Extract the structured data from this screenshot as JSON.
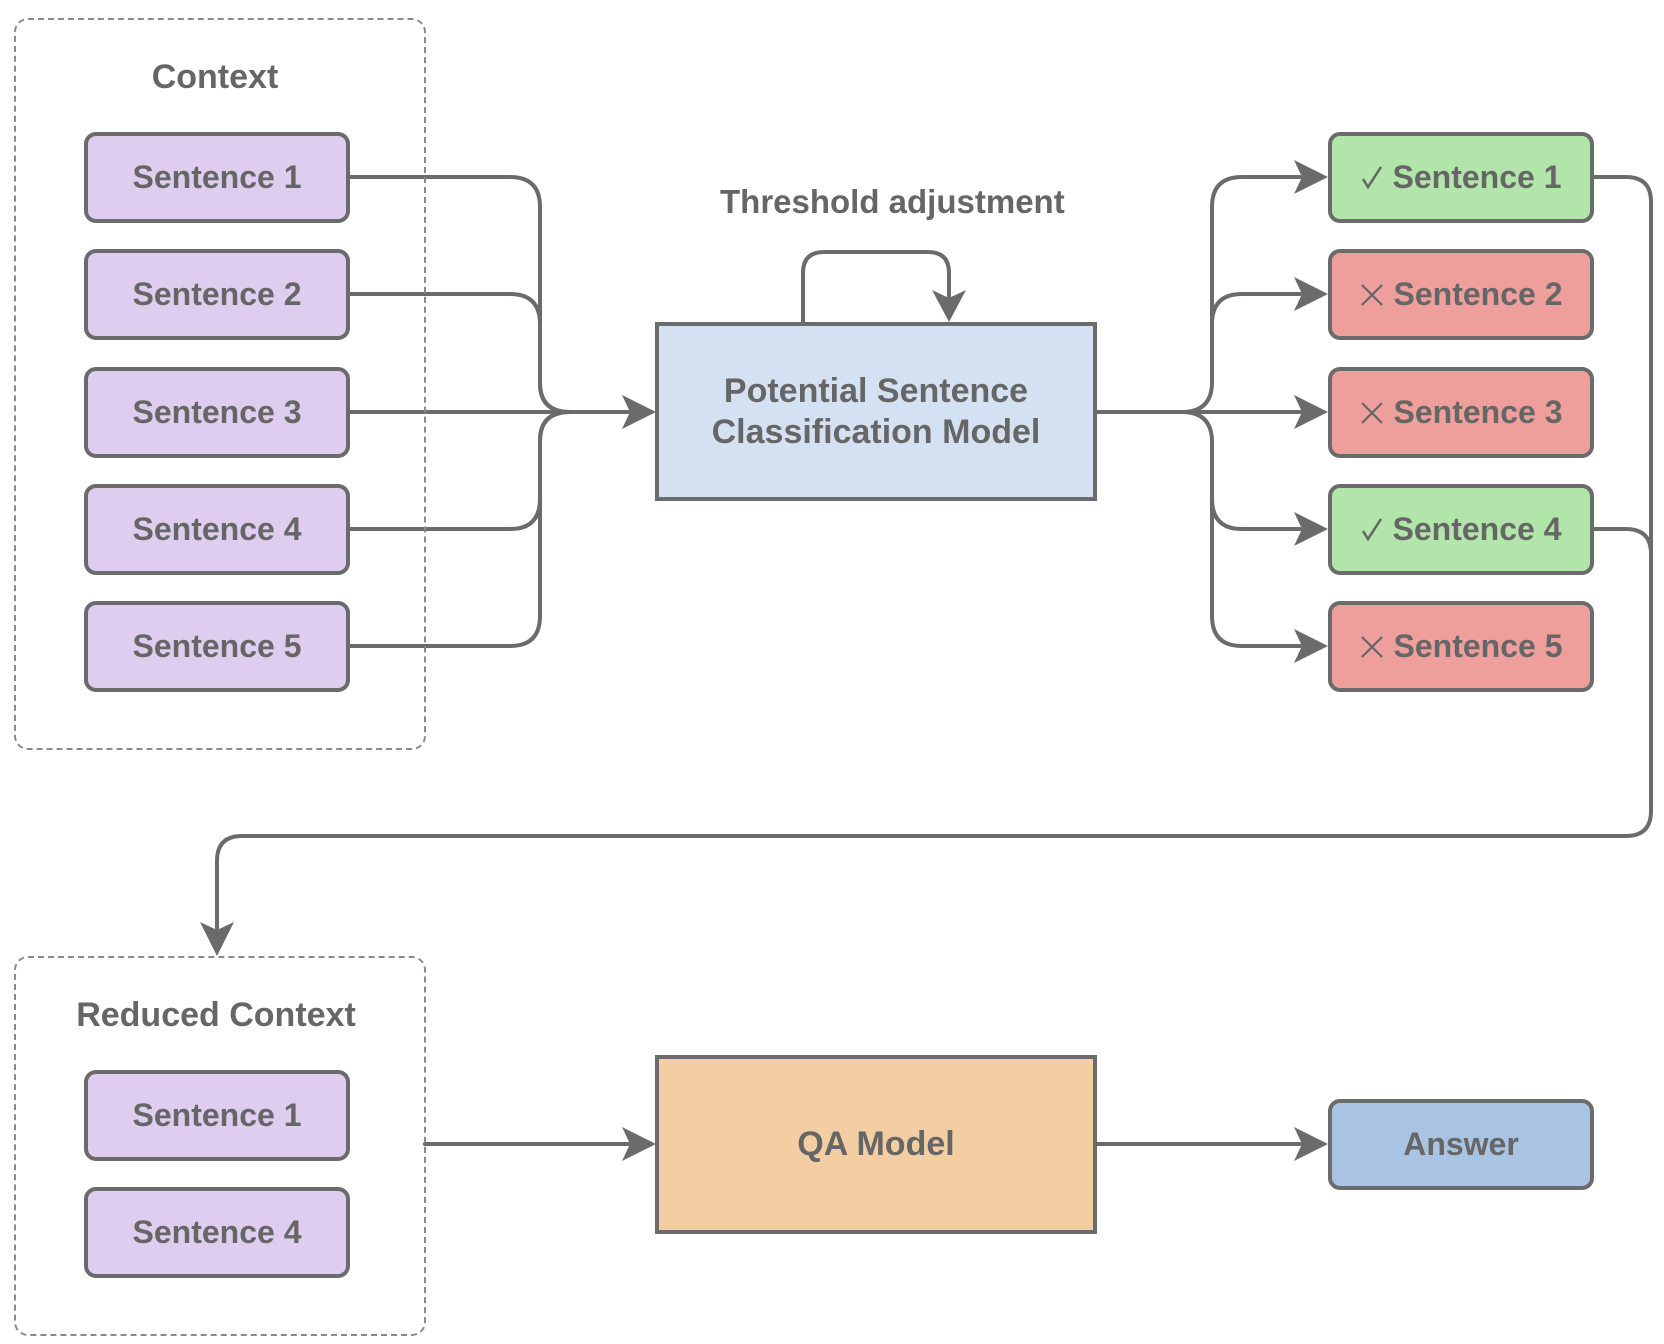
{
  "context": {
    "title": "Context",
    "sentences": [
      "Sentence 1",
      "Sentence 2",
      "Sentence 3",
      "Sentence 4",
      "Sentence 5"
    ]
  },
  "classifier": {
    "title_line1": "Potential Sentence",
    "title_line2": "Classification Model",
    "feedback_label": "Threshold adjustment"
  },
  "classified": [
    {
      "label": "Sentence 1",
      "mark": "check-icon",
      "status": "kept"
    },
    {
      "label": "Sentence 2",
      "mark": "cross-icon",
      "status": "dropped"
    },
    {
      "label": "Sentence 3",
      "mark": "cross-icon",
      "status": "dropped"
    },
    {
      "label": "Sentence 4",
      "mark": "check-icon",
      "status": "kept"
    },
    {
      "label": "Sentence 5",
      "mark": "cross-icon",
      "status": "dropped"
    }
  ],
  "reduced_context": {
    "title": "Reduced Context",
    "sentences": [
      "Sentence 1",
      "Sentence 4"
    ]
  },
  "qa_model": {
    "label": "QA Model"
  },
  "answer": {
    "label": "Answer"
  },
  "colors": {
    "sentence": "#decdee",
    "kept": "#b2e5a9",
    "dropped": "#ee9f9b",
    "classifier": "#d4e1f2",
    "qa_model": "#f4cea3",
    "answer": "#a9c4e3",
    "stroke": "#6b6b6b"
  }
}
